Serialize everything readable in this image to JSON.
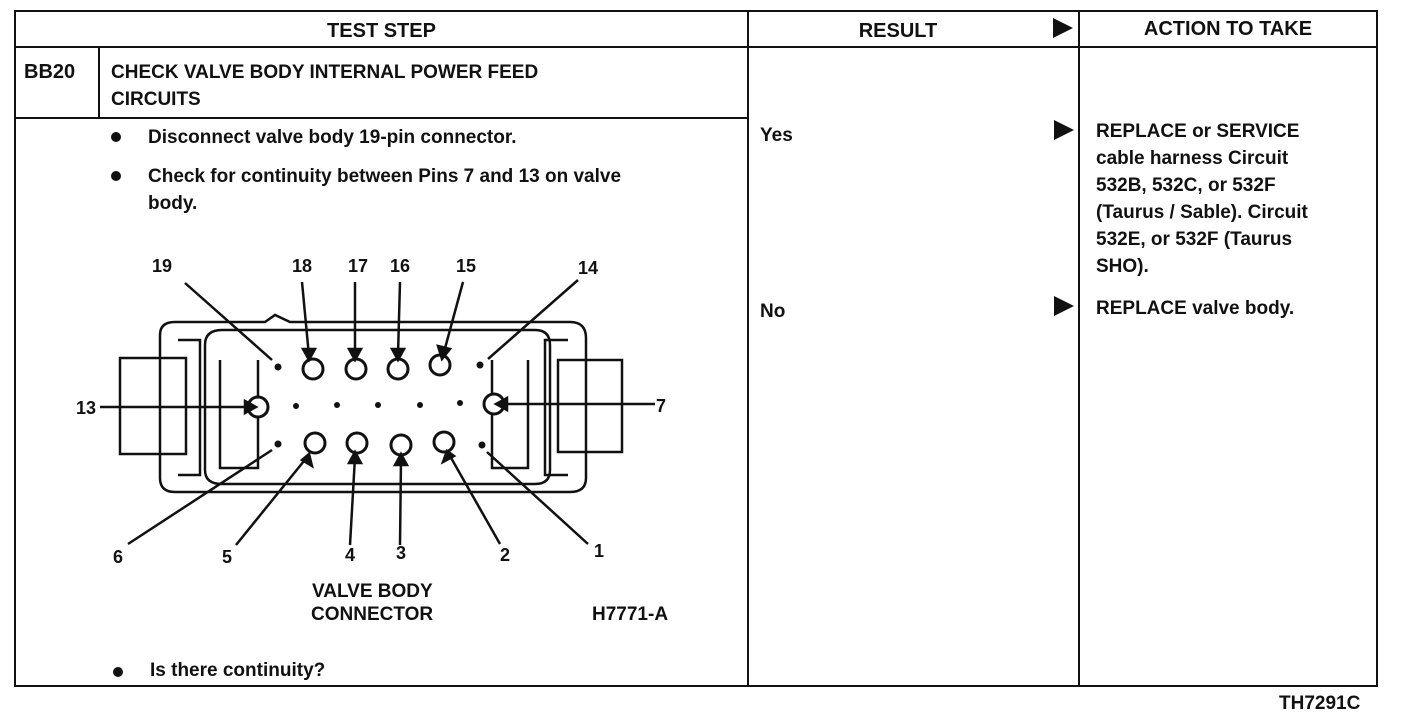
{
  "table": {
    "headers": {
      "test_step": "TEST STEP",
      "result": "RESULT",
      "action": "ACTION TO TAKE"
    },
    "step_id": "BB20",
    "step_title_line1": "CHECK VALVE BODY INTERNAL POWER FEED",
    "step_title_line2": "CIRCUITS",
    "bullets": [
      "Disconnect valve body 19-pin connector.",
      "Check for continuity between Pins 7 and 13 on valve",
      "body."
    ],
    "question": "Is there continuity?",
    "results": [
      {
        "label": "Yes",
        "action_lines": [
          "REPLACE or SERVICE",
          "cable harness Circuit",
          "532B, 532C, or 532F",
          "(Taurus / Sable). Circuit",
          "532E, or 532F (Taurus",
          "SHO)."
        ]
      },
      {
        "label": "No",
        "action_lines": [
          "REPLACE valve body."
        ]
      }
    ]
  },
  "diagram": {
    "pin_labels": [
      "19",
      "18",
      "17",
      "16",
      "15",
      "14",
      "13",
      "7",
      "6",
      "5",
      "4",
      "3",
      "2",
      "1"
    ],
    "caption_line1": "VALVE BODY",
    "caption_line2": "CONNECTOR",
    "figure_id": "H7771-A"
  },
  "footer": {
    "doc_id": "TH7291C"
  }
}
